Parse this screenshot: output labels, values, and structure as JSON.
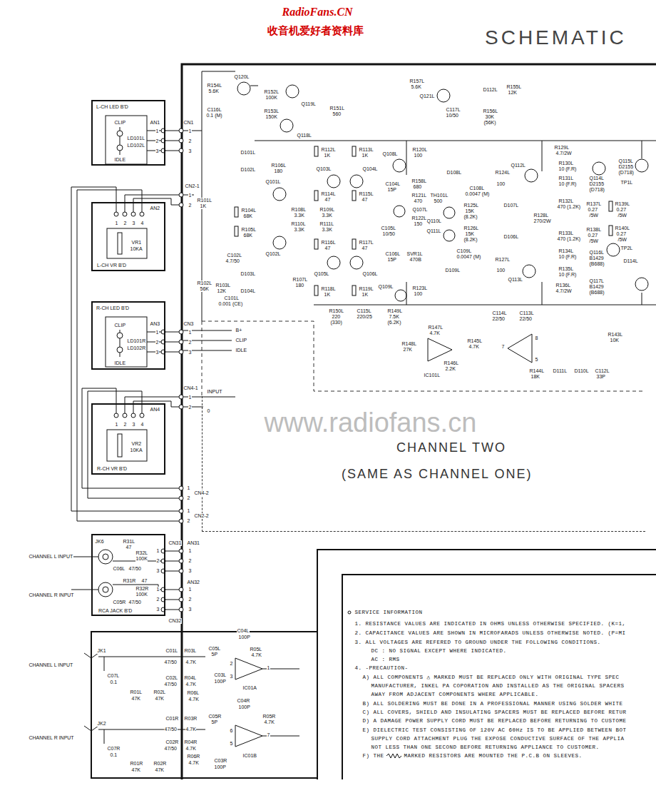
{
  "diagram": {
    "title": "SCHEMATIC",
    "nodes": [
      {
        "text": [
          "L-CH LED B'D"
        ]
      },
      {
        "text": [
          "L-CH VR B'D"
        ]
      },
      {
        "text": [
          "R-CH LED B'D"
        ]
      },
      {
        "text": [
          "R-CH VR B'D"
        ]
      },
      {
        "text": [
          "CHANNEL TWO",
          "(SAME AS CHANNEL ONE)"
        ]
      },
      {
        "text": [
          "RCA JACK B'D"
        ]
      }
    ],
    "labels": [
      "RadioFans.CN",
      "收音机爱好者资料库",
      "CLIP",
      "LD101L",
      "LD102L",
      "IDLE",
      "AN1",
      "1",
      "2",
      "3",
      "CN1",
      "1",
      "2",
      "3",
      "CN2-1",
      "1",
      "2",
      "R101L",
      "1K",
      "AN2",
      "1",
      "2",
      "3",
      "4",
      "VR1",
      "10KA",
      "CLIP",
      "LD101R",
      "LD102R",
      "IDLE",
      "AN3",
      "1",
      "2",
      "3",
      "CN3",
      "1",
      "2",
      "3",
      "B+",
      "CLIP",
      "IDLE",
      "CN4-1",
      "INPUT",
      "1",
      "2",
      "0",
      "AN4",
      "1",
      "2",
      "3",
      "4",
      "VR2",
      "10KA",
      "CN4-2",
      "1",
      "2",
      "CN2-2",
      "1",
      "2",
      "JK6",
      "CHANNEL L INPUT",
      "R31L",
      "47",
      "R32L",
      "100K",
      "C06L",
      "47/50",
      "CN31",
      "AN31",
      "1",
      "2",
      "3",
      "1",
      "2",
      "3",
      "CHANNEL R INPUT",
      "R31R",
      "47",
      "R32R",
      "100K",
      "C05R",
      "47/50",
      "CN32",
      "AN32",
      "1",
      "2",
      "3",
      "1",
      "2",
      "3",
      "JK1",
      "CHANNEL L INPUT",
      "C07L",
      "0.1",
      "R01L",
      "47K",
      "R02L",
      "47K",
      "C01L",
      "47/50",
      "R03L",
      "4.7K",
      "C02L",
      "47/50",
      "R04L",
      "4.7K",
      "R06L",
      "4.7K",
      "C05L",
      "5P",
      "C03L",
      "100P",
      "C04L",
      "100P",
      "R05L",
      "4.7K",
      "2",
      "3",
      "1",
      "IC01A",
      "JK2",
      "CHANNEL R INPUT",
      "C07R",
      "0.1",
      "R01R",
      "47K",
      "R02R",
      "47K",
      "C01R",
      "47/50",
      "R03R",
      "4.7K",
      "C02R",
      "47/50",
      "R04R",
      "4.7K",
      "R06R",
      "4.7K",
      "C05R",
      "5P",
      "C03R",
      "100P",
      "C04R",
      "100P",
      "R05R",
      "4.7K",
      "6",
      "5",
      "7",
      "IC01B",
      "R154L",
      "5.6K",
      "C116L",
      "0.1 (M)",
      "Q120L",
      "R152L",
      "100K",
      "R153L",
      "150K",
      "Q119L",
      "Q118L",
      "R151L",
      "560",
      "R157L",
      "5.6K",
      "Q121L",
      "D112L",
      "R155L",
      "12K",
      "C117L",
      "10/50",
      "R156L",
      "30K",
      "(56K)",
      "D101L",
      "D102L",
      "R106L",
      "180",
      "R112L",
      "1K",
      "R113L",
      "1K",
      "Q103L",
      "Q104L",
      "Q101L",
      "R114L",
      "47",
      "R115L",
      "47",
      "R104L",
      "68K",
      "R108L",
      "3.3K",
      "R109L",
      "3.3K",
      "R105L",
      "68K",
      "R110L",
      "3.3K",
      "R111L",
      "3.3K",
      "R116L",
      "47",
      "R117L",
      "47",
      "Q102L",
      "C102L",
      "4.7/50",
      "Q105L",
      "Q106L",
      "D103L",
      "D104L",
      "R107L",
      "180",
      "R102L",
      "56K",
      "R103L",
      "12K",
      "C101L",
      "0.001 (CE)",
      "R118L",
      "1K",
      "R119L",
      "1K",
      "Q108L",
      "R120L",
      "100",
      "C104L",
      "15P",
      "R158L",
      "680",
      "D108L",
      "TH101L",
      "500",
      "C108L",
      "0.0047 (M)",
      "R124L",
      "100",
      "Q112L",
      "R121L",
      "470",
      "Q107L",
      "Q110L",
      "R125L",
      "15K",
      "(8.2K)",
      "D107L",
      "C105L",
      "10/50",
      "R122L",
      "150",
      "Q111L",
      "R126L",
      "15K",
      "(8.2K)",
      "D106L",
      "C106L",
      "15P",
      "SVR1L",
      "470B",
      "C109L",
      "0.0047 (M)",
      "D109L",
      "Q109L",
      "R123L",
      "100",
      "R127L",
      "100",
      "Q113L",
      "R129L",
      "4.7/2W",
      "R130L",
      "10 (F.R)",
      "R131L",
      "10 (F.R)",
      "Q114L",
      "D2155",
      "(D718)",
      "Q115L",
      "D2155",
      "(D718)",
      "TP1L",
      "R132L",
      "470 (1.2K)",
      "R128L",
      "270/2W",
      "R137L",
      "0.27",
      "/5W",
      "R139L",
      "0.27",
      "/5W",
      "R133L",
      "470 (1.2K)",
      "R138L",
      "0.27",
      "/5W",
      "R140L",
      "0.27",
      "/5W",
      "TP2L",
      "R134L",
      "10 (F.R)",
      "Q116L",
      "B1429",
      "(B688)",
      "D114L",
      "R135L",
      "10 (F.R)",
      "R136L",
      "4.7/2W",
      "Q117L",
      "B1429",
      "(B688)",
      "R150L",
      "220",
      "(330)",
      "C115L",
      "220/25",
      "R149L",
      "7.5K",
      "(6.2K)",
      "R147L",
      "4.7K",
      "R148L",
      "27K",
      "R145L",
      "4.7K",
      "R146L",
      "2.2K",
      "IC101L",
      "C114L",
      "22/50",
      "C113L",
      "22/50",
      "7",
      "8",
      "5",
      "R143L",
      "10K",
      "R144L",
      "18K",
      "D111L",
      "D110L",
      "C112L",
      "33P",
      "www.radiofans.cn",
      "SERVICE INFORMATION",
      "1. RESISTANCE VALUES ARE INDICATED IN OHMS UNLESS OTHERWISE SPECIFIED. (K=1,",
      "2. CAPACITANCE VALUES ARE SHOWN IN MICROFARADS UNLESS OTHERWISE NOTED. (P=MI",
      "3. ALL VOLTAGES ARE REFERED TO GROUND UNDER THE FOLLOWING CONDITIONS.",
      "DC : NO SIGNAL EXCEPT WHERE INDICATED.",
      "AC : RMS",
      "4. -PRECAUTION-",
      "A) ALL COMPONENTS △ MARKED MUST BE REPLACED ONLY WITH ORIGINAL TYPE SPEC",
      "MANUFACTURER, INKEL PA COPORATION AND INSTALLED AS THE ORIGINAL SPACERS",
      "AWAY FROM ADJACENT COMPONENTS WHERE APPLICABLE.",
      "B) ALL SOLDERING MUST BE DONE IN A PROFESSIONAL MANNER USING SOLDER WHITE",
      "C) ALL COVERS, SHIELD AND INSULATING SPACERS MUST BE REPLACED BEFORE RETUR",
      "D) A DAMAGE POWER SUPPLY CORD MUST BE REPLACED BEFORE RETURNING TO CUSTOME",
      "E) DIELECTRIC TEST CONSISTING OF 120V AC 60Hz IS TO BE APPLIED BETWEEN BOT",
      "SUPPLY CORD ATTACHMENT PLUG THE EXPOSE CONDUCTIVE SURFACE OF THE APPLIA",
      "NOT LESS THAN ONE SECOND BEFORE RETURNING APPLIANCE TO CUSTOMER.",
      "F) THE",
      "MARKED RESISTORS ARE MOUNTED THE P.C.B ON SLEEVES."
    ]
  }
}
